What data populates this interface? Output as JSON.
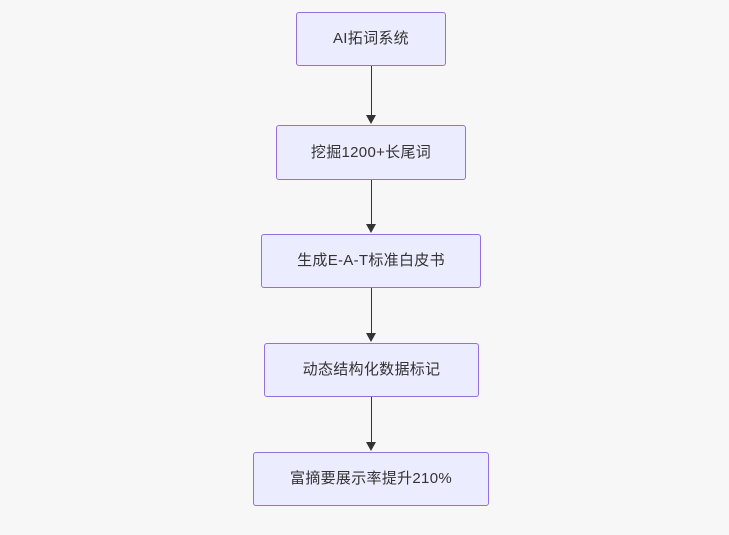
{
  "diagram": {
    "type": "flowchart",
    "direction": "top-to-bottom",
    "background_color": "#f7f7f7",
    "node_fill_color": "#ececff",
    "node_border_color": "#9370db",
    "edge_color": "#333333",
    "nodes": [
      {
        "id": "n1",
        "label": "AI拓词系统"
      },
      {
        "id": "n2",
        "label": "挖掘1200+长尾词"
      },
      {
        "id": "n3",
        "label": "生成E-A-T标准白皮书"
      },
      {
        "id": "n4",
        "label": "动态结构化数据标记"
      },
      {
        "id": "n5",
        "label": "富摘要展示率提升210%"
      }
    ],
    "edges": [
      {
        "from": "n1",
        "to": "n2"
      },
      {
        "from": "n2",
        "to": "n3"
      },
      {
        "from": "n3",
        "to": "n4"
      },
      {
        "from": "n4",
        "to": "n5"
      }
    ]
  }
}
